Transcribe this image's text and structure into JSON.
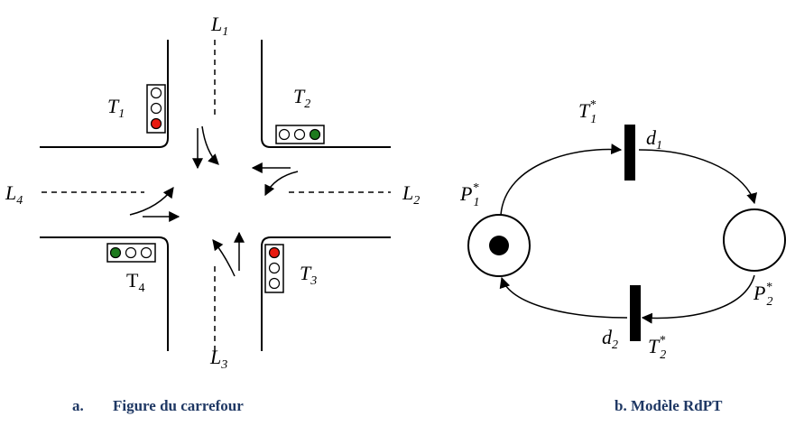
{
  "intersection": {
    "lanes": [
      {
        "name": "L",
        "index": "1"
      },
      {
        "name": "L",
        "index": "2"
      },
      {
        "name": "L",
        "index": "3"
      },
      {
        "name": "L",
        "index": "4"
      }
    ],
    "lights": [
      {
        "name": "T",
        "index": "1",
        "active": "red"
      },
      {
        "name": "T",
        "index": "2",
        "active": "green"
      },
      {
        "name": "T",
        "index": "3",
        "active": "red"
      },
      {
        "name": "T",
        "index": "4",
        "active": "green"
      }
    ],
    "caption_letter": "a.",
    "caption_text": "Figure du carrefour"
  },
  "petri": {
    "places": [
      {
        "name": "P",
        "star": "*",
        "index": "1",
        "tokens": 1
      },
      {
        "name": "P",
        "star": "*",
        "index": "2",
        "tokens": 0
      }
    ],
    "transitions": [
      {
        "name": "T",
        "star": "*",
        "index": "1",
        "delay_name": "d",
        "delay_index": "1"
      },
      {
        "name": "T",
        "star": "*",
        "index": "2",
        "delay_name": "d",
        "delay_index": "2"
      }
    ],
    "caption": "b. Modèle RdPT"
  },
  "colors": {
    "red": "#e8190f",
    "green": "#1e7a1e",
    "caption": "#1f3864"
  }
}
